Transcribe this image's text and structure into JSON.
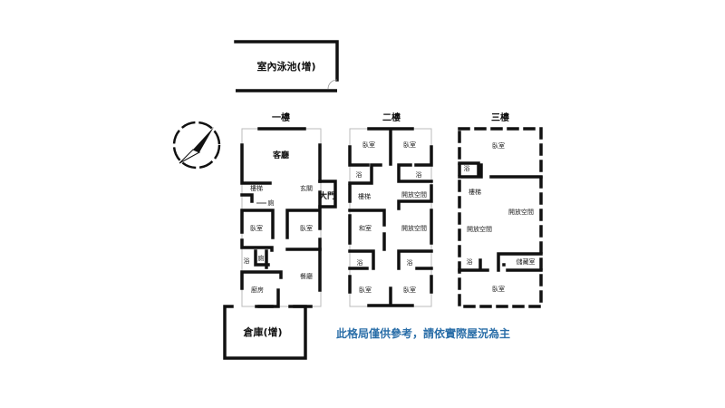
{
  "pool": "室內泳池(增)",
  "storage": "倉庫(增)",
  "floors": [
    {
      "title": "一樓",
      "rooms": {
        "living": "客廳",
        "stairs": "樓梯",
        "foyer": "玄關",
        "door": "大門",
        "toilet": "廁",
        "bed_l": "臥室",
        "bed_r": "臥室",
        "bath": "浴",
        "toilet2": "廁",
        "kitchen": "廚房",
        "dining": "餐廳"
      }
    },
    {
      "title": "二樓",
      "rooms": {
        "bed_tl": "臥室",
        "bed_tr": "臥室",
        "bath_tl": "浴",
        "bath_tr": "浴",
        "stairs": "樓梯",
        "open1": "開放空間",
        "japanese": "和室",
        "open2": "開放空間",
        "bath_bl": "浴",
        "bath_br": "浴",
        "bed_bl": "臥室",
        "bed_br": "臥室"
      }
    },
    {
      "title": "三樓",
      "rooms": {
        "bed_t": "臥室",
        "bath_t": "浴",
        "stairs": "樓梯",
        "open_r": "開放空間",
        "open_l": "開放空間",
        "bath_b": "浴",
        "storage": "儲藏室",
        "bed_b": "臥室"
      }
    }
  ],
  "disclaimer": "此格局僅供參考，請依實際屋況為主",
  "colors": {
    "note": "#2a6ea8"
  }
}
